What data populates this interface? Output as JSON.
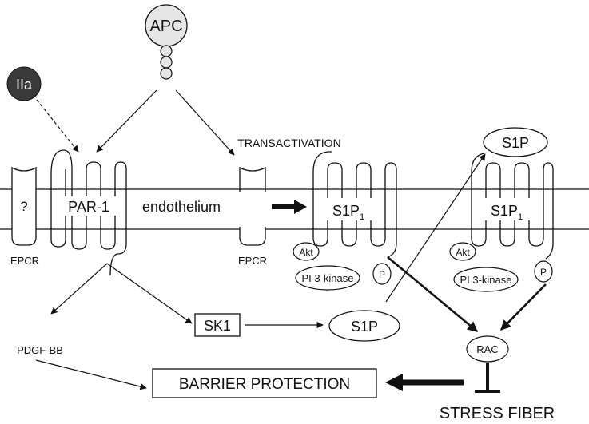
{
  "labels": {
    "apc": "APC",
    "iia": "IIa",
    "question": "?",
    "par1": "PAR-1",
    "endothelium": "endothelium",
    "transactivation": "TRANSACTIVATION",
    "s1p_top": "S1P",
    "s1p1_left": "S1P",
    "s1p1_left_sub": "1",
    "s1p1_right": "S1P",
    "s1p1_right_sub": "1",
    "epcr_left": "EPCR",
    "epcr_mid": "EPCR",
    "akt_left": "Akt",
    "akt_right": "Akt",
    "pi3k_left": "PI 3-kinase",
    "pi3k_right": "PI 3-kinase",
    "p_left": "P",
    "p_right": "P",
    "sk1": "SK1",
    "s1p_mid": "S1P",
    "pdgf": "PDGF-BB",
    "rac": "RAC",
    "barrier": "BARRIER PROTECTION",
    "stress": "STRESS FIBER"
  },
  "colors": {
    "iia_fill": "#3a3a3a",
    "apc_fill": "#e6e6e6",
    "ink": "#111111"
  }
}
